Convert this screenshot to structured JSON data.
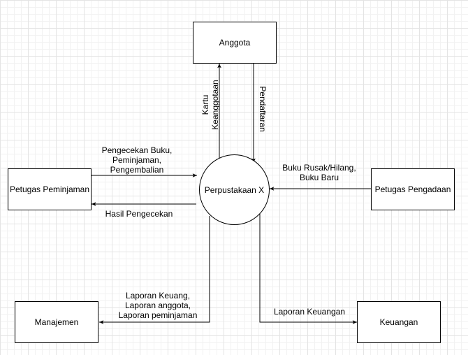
{
  "entities": {
    "anggota": "Anggota",
    "petugas_peminjaman": "Petugas Peminjaman",
    "petugas_pengadaan": "Petugas Pengadaan",
    "manajemen": "Manajemen",
    "keuangan": "Keuangan"
  },
  "process": {
    "label": "Perpustakaan X"
  },
  "flows": {
    "kartu_keanggotaan": [
      "Kartu",
      "Keanggotaan"
    ],
    "pendaftaran": "Pendaftaran",
    "pengecekan": [
      "Pengecekan Buku,",
      "Peminjaman,",
      "Pengembalian"
    ],
    "hasil_pengecekan": "Hasil Pengecekan",
    "buku_rusak": [
      "Buku Rusak/Hilang,",
      "Buku Baru"
    ],
    "laporan_manajemen": [
      "Laporan Keuang,",
      "Laporan anggota,",
      "Laporan peminjaman"
    ],
    "laporan_keuangan": "Laporan Keuangan"
  },
  "colors": {
    "line": "#000000",
    "grid": "#e4e4e4"
  }
}
